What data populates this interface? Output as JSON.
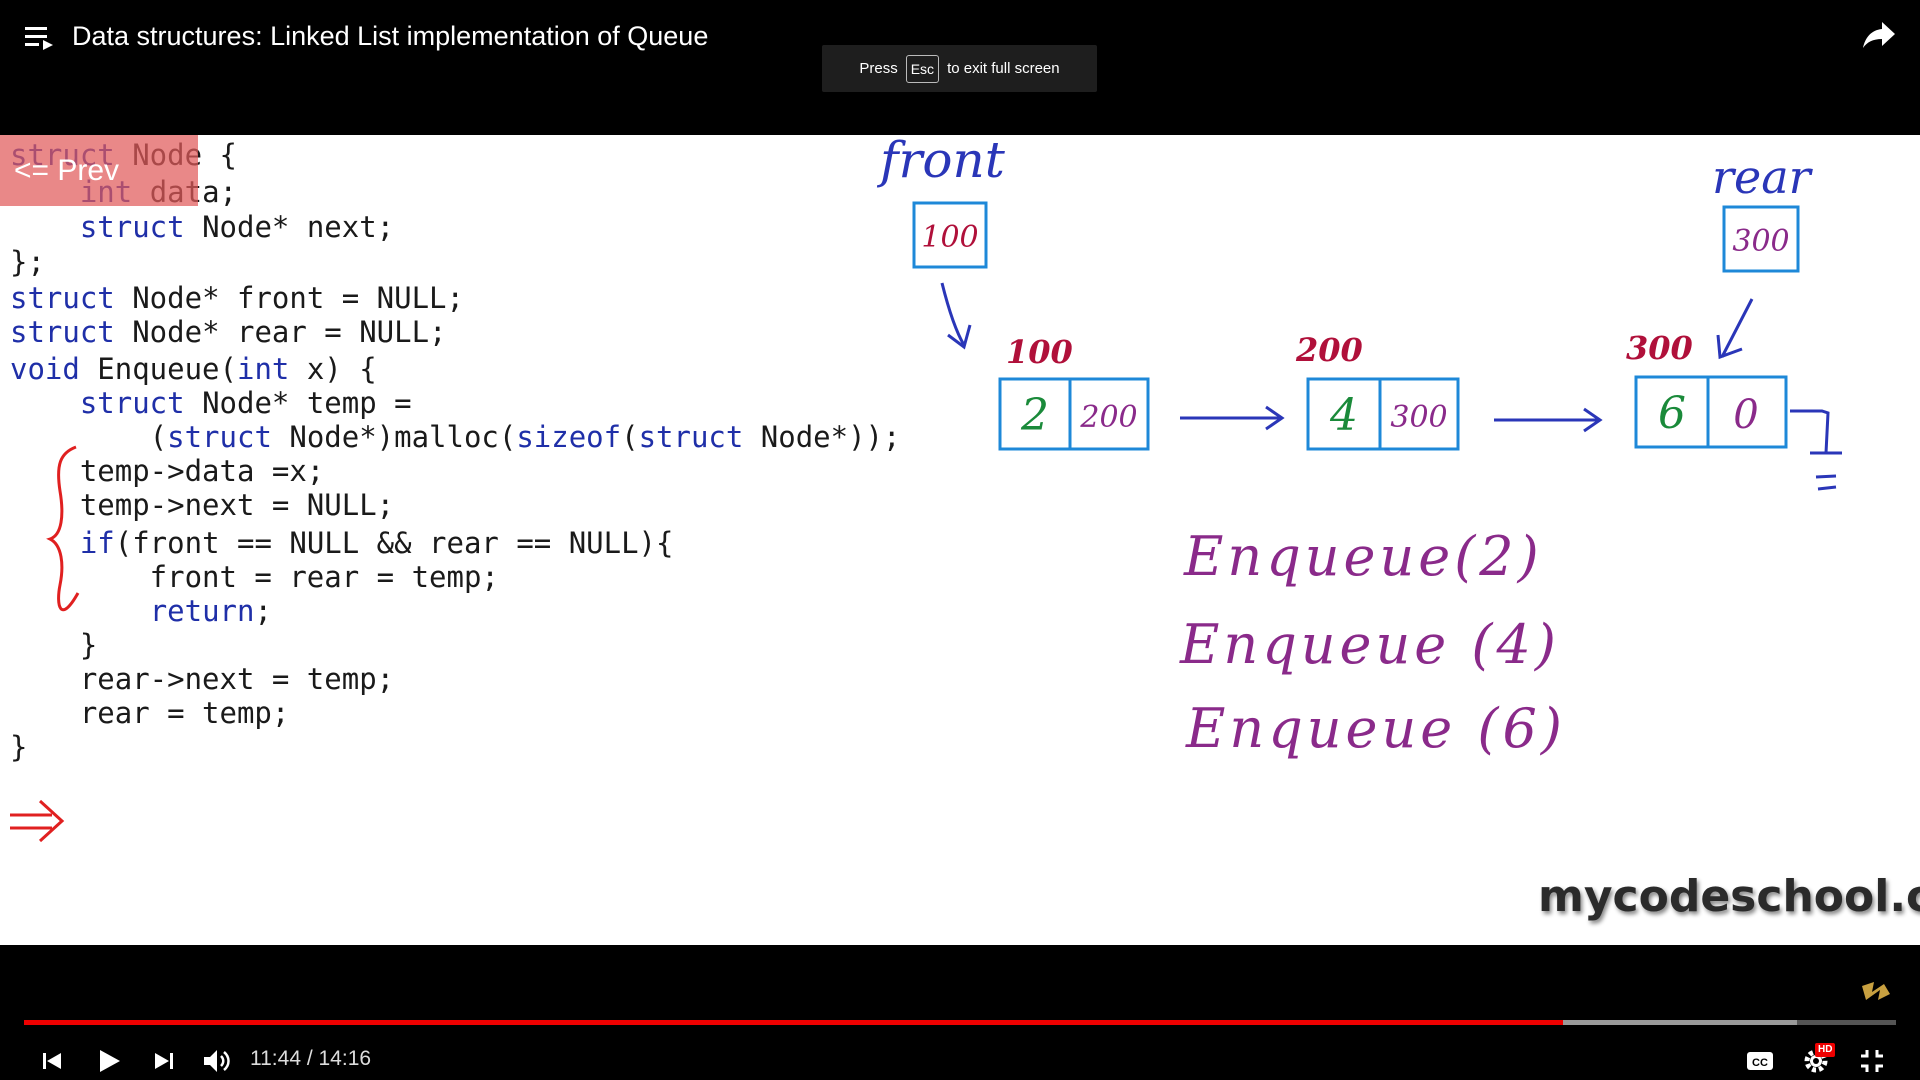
{
  "video": {
    "title": "Data structures: Linked List implementation of Queue",
    "current_time": "11:44",
    "duration": "14:16",
    "time_display": "11:44 / 14:16",
    "progress_fraction": 0.822,
    "buffered_fraction": 0.947
  },
  "fullscreen_toast": {
    "press": "Press",
    "key": "Esc",
    "suffix": "to exit full screen"
  },
  "prev_button": {
    "label": "<= Prev"
  },
  "code": [
    [
      {
        "t": "struct",
        "k": true
      },
      {
        "t": " Node {"
      }
    ],
    [
      {
        "t": "    "
      },
      {
        "t": "int",
        "k": true
      },
      {
        "t": " data;"
      }
    ],
    [
      {
        "t": "    "
      },
      {
        "t": "struct",
        "k": true
      },
      {
        "t": " Node* next;"
      }
    ],
    [
      {
        "t": "};"
      }
    ],
    [
      {
        "t": "struct",
        "k": true
      },
      {
        "t": " Node* front = NULL;"
      }
    ],
    [
      {
        "t": "struct",
        "k": true
      },
      {
        "t": " Node* rear = NULL;"
      }
    ],
    [
      {
        "t": "void",
        "k": true
      },
      {
        "t": " Enqueue("
      },
      {
        "t": "int",
        "k": true
      },
      {
        "t": " x) {"
      }
    ],
    [
      {
        "t": "    "
      },
      {
        "t": "struct",
        "k": true
      },
      {
        "t": " Node* temp ="
      }
    ],
    [
      {
        "t": "        ("
      },
      {
        "t": "struct",
        "k": true
      },
      {
        "t": " Node*)malloc("
      },
      {
        "t": "sizeof",
        "k": true
      },
      {
        "t": "("
      },
      {
        "t": "struct",
        "k": true
      },
      {
        "t": " Node*));"
      }
    ],
    [
      {
        "t": "    temp->data =x;"
      }
    ],
    [
      {
        "t": "    temp->next = NULL;"
      }
    ],
    [
      {
        "t": "    "
      },
      {
        "t": "if",
        "k": true
      },
      {
        "t": "(front == NULL && rear == NULL){"
      }
    ],
    [
      {
        "t": "        front = rear = temp;"
      }
    ],
    [
      {
        "t": "        "
      },
      {
        "t": "return",
        "k": true
      },
      {
        "t": ";"
      }
    ],
    [
      {
        "t": "    }"
      }
    ],
    [
      {
        "t": "    rear->next = temp;"
      }
    ],
    [
      {
        "t": "    rear = temp;"
      }
    ],
    [
      {
        "t": "}"
      }
    ]
  ],
  "diagram": {
    "front_label": "front",
    "front_value": "100",
    "rear_label": "rear",
    "rear_value": "300",
    "nodes": [
      {
        "address": "100",
        "data": "2",
        "next": "200"
      },
      {
        "address": "200",
        "data": "4",
        "next": "300"
      },
      {
        "address": "300",
        "data": "6",
        "next": "0"
      }
    ],
    "operations": [
      "Enqueue(2)",
      "Enqueue (4)",
      "Enqueue (6)"
    ]
  },
  "watermark": "mycodeschool.com",
  "colors": {
    "keyword": "#1f2fa8",
    "box": "#1e88d8",
    "arrow": "#2a36b8",
    "handwriting_red": "#b0103a",
    "handwriting_green": "#1a8a3a",
    "handwriting_purple": "#8a2a8a",
    "annotation_red": "#e02020",
    "progress_red": "#ee0000"
  },
  "icons": {
    "menu": "playlist-menu-icon",
    "share": "share-arrow-icon",
    "prev": "skip-previous-icon",
    "play": "play-icon",
    "next": "skip-next-icon",
    "volume": "volume-icon",
    "captions": "closed-captions-icon",
    "settings": "settings-gear-icon",
    "exit_fullscreen": "exit-fullscreen-icon"
  }
}
